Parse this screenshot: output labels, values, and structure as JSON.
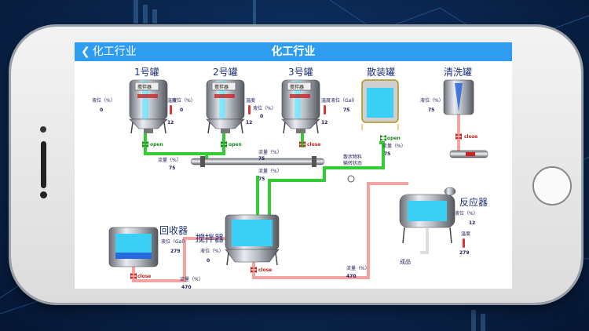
{
  "navbar": {
    "back_label": "化工行业",
    "title": "化工行业"
  },
  "tanks": [
    {
      "name": "1号罐",
      "mixer_label": "搅拌器",
      "level_label": "液位（%）",
      "level": "0",
      "temp_label": "温度",
      "temp": "12",
      "valve": "open"
    },
    {
      "name": "2号罐",
      "mixer_label": "搅拌器",
      "level_label": "液位（%）",
      "level": "0",
      "temp_label": "温度",
      "temp": "12",
      "valve": "open"
    },
    {
      "name": "3号罐",
      "mixer_label": "搅拌器",
      "level_label": "液位（%）",
      "level": "0",
      "temp_label": "温度",
      "temp": "12",
      "valve": "close"
    }
  ],
  "bulk_tank": {
    "name": "散装罐",
    "level_label": "液位（Gal）",
    "level": "75",
    "valve": "open"
  },
  "wash_tank": {
    "name": "清洗罐",
    "level_label": "液位（%）",
    "level": "75",
    "valve": "close"
  },
  "recovery": {
    "name": "回收器",
    "level_label": "液位（Gal）",
    "level": "279",
    "valve": "close"
  },
  "mixer": {
    "name": "搅拌器",
    "level_label": "液位（%）",
    "level": "0",
    "valve": "close"
  },
  "reactor": {
    "name": "反应器",
    "level_label": "液位（%）",
    "level": "12",
    "temp_label": "温度",
    "temp": "279"
  },
  "flows": {
    "f1_label": "流量（%）",
    "f1": "75",
    "f2_label": "流量（%）",
    "f2": "75",
    "f3_label": "流量（%）",
    "f3": "75",
    "f4_label": "流量（%）",
    "f4": "75",
    "f5_label": "流量（%）",
    "f5": "470",
    "f6_label": "流量（%）",
    "f6": "470"
  },
  "detection_text_1": "散状物料",
  "detection_text_2": "输转状态",
  "product_label": "成品",
  "colors": {
    "navbar": "#2e9df0",
    "green_pipe": "#33cc33",
    "pink_pipe": "#f4a3a3",
    "liquid": "#38d6f0"
  }
}
